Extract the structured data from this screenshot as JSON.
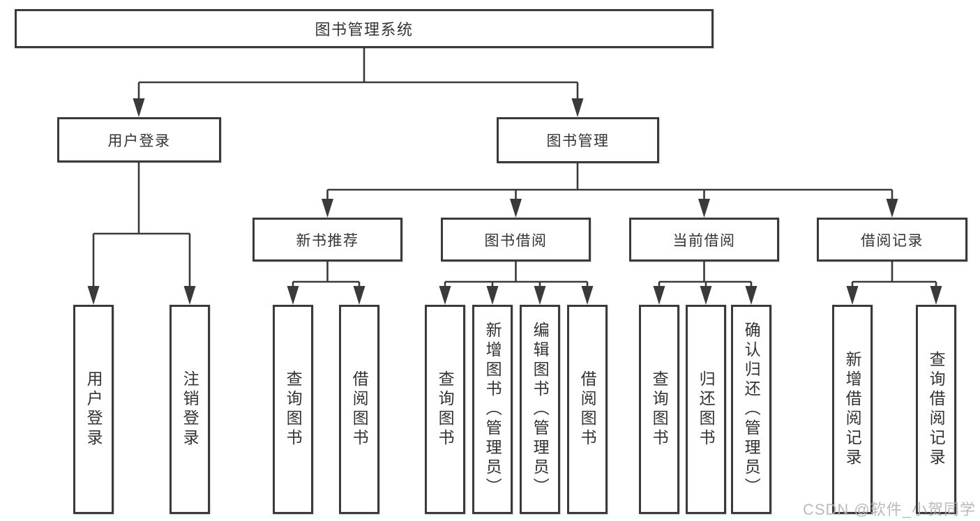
{
  "diagram": {
    "type": "hierarchy-tree",
    "colors": {
      "line": "#3a3a3a",
      "box_border": "#3a3a3a",
      "box_background": "#ffffff",
      "text": "#333333",
      "watermark": "#b3b3b3"
    },
    "root": {
      "label": "图书管理系统",
      "children": {
        "user_login": {
          "label": "用户登录",
          "children": {
            "login": {
              "label": "用户登录"
            },
            "logout": {
              "label": "注销登录"
            }
          }
        },
        "book_mgmt": {
          "label": "图书管理",
          "children": {
            "new_book": {
              "label": "新书推荐",
              "children": {
                "query_book": {
                  "label": "查询图书"
                },
                "borrow_book": {
                  "label": "借阅图书"
                }
              }
            },
            "book_borrow": {
              "label": "图书借阅",
              "children": {
                "query_book": {
                  "label": "查询图书"
                },
                "add_book": {
                  "label": "新增图书（管理员）"
                },
                "edit_book": {
                  "label": "编辑图书（管理员）"
                },
                "borrow_book": {
                  "label": "借阅图书"
                }
              }
            },
            "current_borrow": {
              "label": "当前借阅",
              "children": {
                "query_book": {
                  "label": "查询图书"
                },
                "return_book": {
                  "label": "归还图书"
                },
                "confirm_return": {
                  "label": "确认归还（管理员）"
                }
              }
            },
            "borrow_record": {
              "label": "借阅记录",
              "children": {
                "add_record": {
                  "label": "新增借阅记录"
                },
                "query_record": {
                  "label": "查询借阅记录"
                }
              }
            }
          }
        }
      }
    },
    "watermark": {
      "text": "CSDN @软件_小贺同学"
    }
  }
}
